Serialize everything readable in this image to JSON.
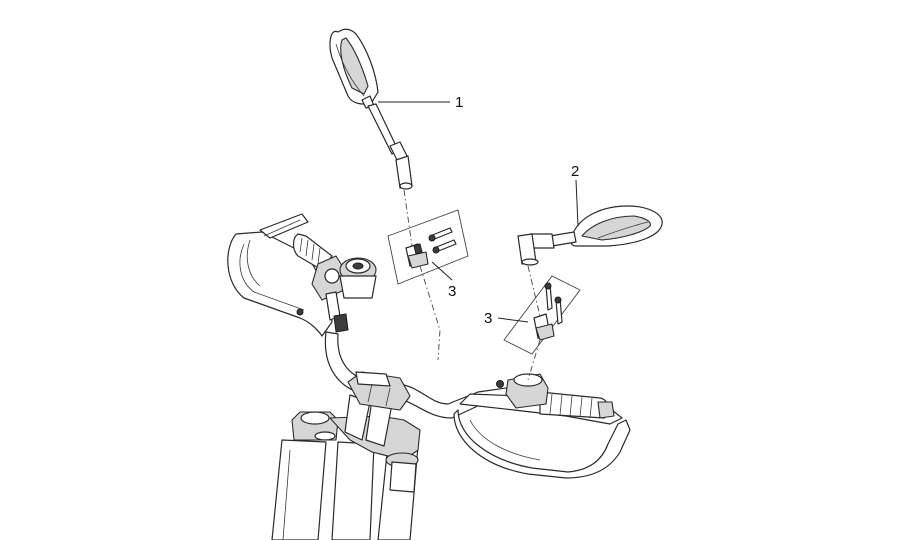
{
  "callouts": [
    {
      "id": "mirror-left",
      "label": "1"
    },
    {
      "id": "mirror-right",
      "label": "2"
    },
    {
      "id": "clamp-kit-left",
      "label": "3"
    },
    {
      "id": "clamp-kit-right",
      "label": "3"
    }
  ],
  "colors": {
    "line": "#2a2a2a",
    "background": "#ffffff",
    "shade": "#d6d6d6"
  }
}
